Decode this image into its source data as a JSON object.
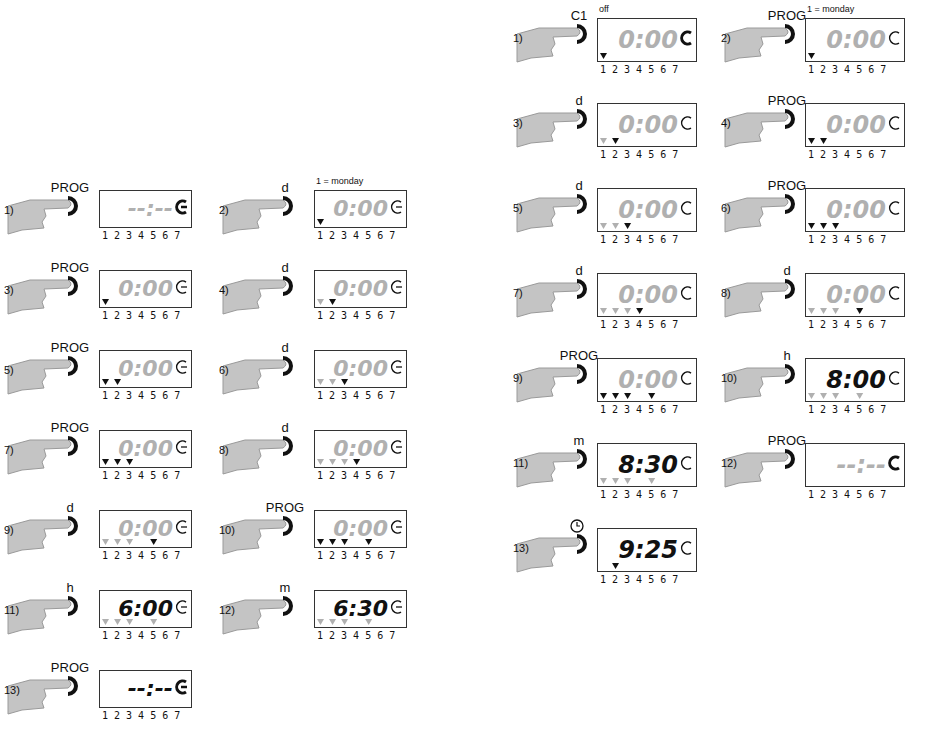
{
  "diagram": {
    "nodes": [
      {
        "text": [
          "--:--",
          "1 2 3 4 5 6 7"
        ]
      },
      {
        "text": [
          "0:00",
          "1 2 3 4 5 6 7"
        ]
      },
      {
        "text": [
          "0:00",
          "1 2 3 4 5 6 7"
        ]
      },
      {
        "text": [
          "0:00",
          "1 2 3 4 5 6 7"
        ]
      },
      {
        "text": [
          "0:00",
          "1 2 3 4 5 6 7"
        ]
      },
      {
        "text": [
          "0:00",
          "1 2 3 4 5 6 7"
        ]
      },
      {
        "text": [
          "0:00",
          "1 2 3 4 5 6 7"
        ]
      },
      {
        "text": [
          "0:00",
          "1 2 3 4 5 6 7"
        ]
      },
      {
        "text": [
          "0:00",
          "1 2 3 4 5 6 7"
        ]
      },
      {
        "text": [
          "0:00",
          "1 2 3 4 5 6 7"
        ]
      },
      {
        "text": [
          "6:00",
          "1 2 3 4 5 6 7"
        ]
      },
      {
        "text": [
          "6:30",
          "1 2 3 4 5 6 7"
        ]
      },
      {
        "text": [
          "--:--",
          "1 2 3 4 5 6 7"
        ]
      },
      {
        "text": [
          "0:00",
          "1 2 3 4 5 6 7"
        ]
      },
      {
        "text": [
          "0:00",
          "1 2 3 4 5 6 7"
        ]
      },
      {
        "text": [
          "0:00",
          "1 2 3 4 5 6 7"
        ]
      },
      {
        "text": [
          "0:00",
          "1 2 3 4 5 6 7"
        ]
      },
      {
        "text": [
          "0:00",
          "1 2 3 4 5 6 7"
        ]
      },
      {
        "text": [
          "0:00",
          "1 2 3 4 5 6 7"
        ]
      },
      {
        "text": [
          "0:00",
          "1 2 3 4 5 6 7"
        ]
      },
      {
        "text": [
          "0:00",
          "1 2 3 4 5 6 7"
        ]
      },
      {
        "text": [
          "0:00",
          "1 2 3 4 5 6 7"
        ]
      },
      {
        "text": [
          "8:00",
          "1 2 3 4 5 6 7"
        ]
      },
      {
        "text": [
          "8:30",
          "1 2 3 4 5 6 7"
        ]
      },
      {
        "text": [
          "--:--",
          "1 2 3 4 5 6 7"
        ]
      },
      {
        "text": [
          "9:25",
          "1 2 3 4 5 6 7"
        ]
      }
    ],
    "labels": [
      "1)",
      "PROG",
      "2)",
      "d",
      "1 = monday",
      "3)",
      "PROG",
      "4)",
      "d",
      "5)",
      "PROG",
      "6)",
      "d",
      "7)",
      "PROG",
      "8)",
      "d",
      "9)",
      "d",
      "10)",
      "PROG",
      "11)",
      "h",
      "12)",
      "m",
      "13)",
      "PROG",
      "1)",
      "C1",
      "off",
      "2)",
      "PROG",
      "1 = monday",
      "3)",
      "d",
      "4)",
      "PROG",
      "5)",
      "d",
      "6)",
      "PROG",
      "7)",
      "d",
      "8)",
      "d",
      "9)",
      "PROG",
      "10)",
      "h",
      "11)",
      "m",
      "12)",
      "PROG",
      "13)"
    ]
  }
}
